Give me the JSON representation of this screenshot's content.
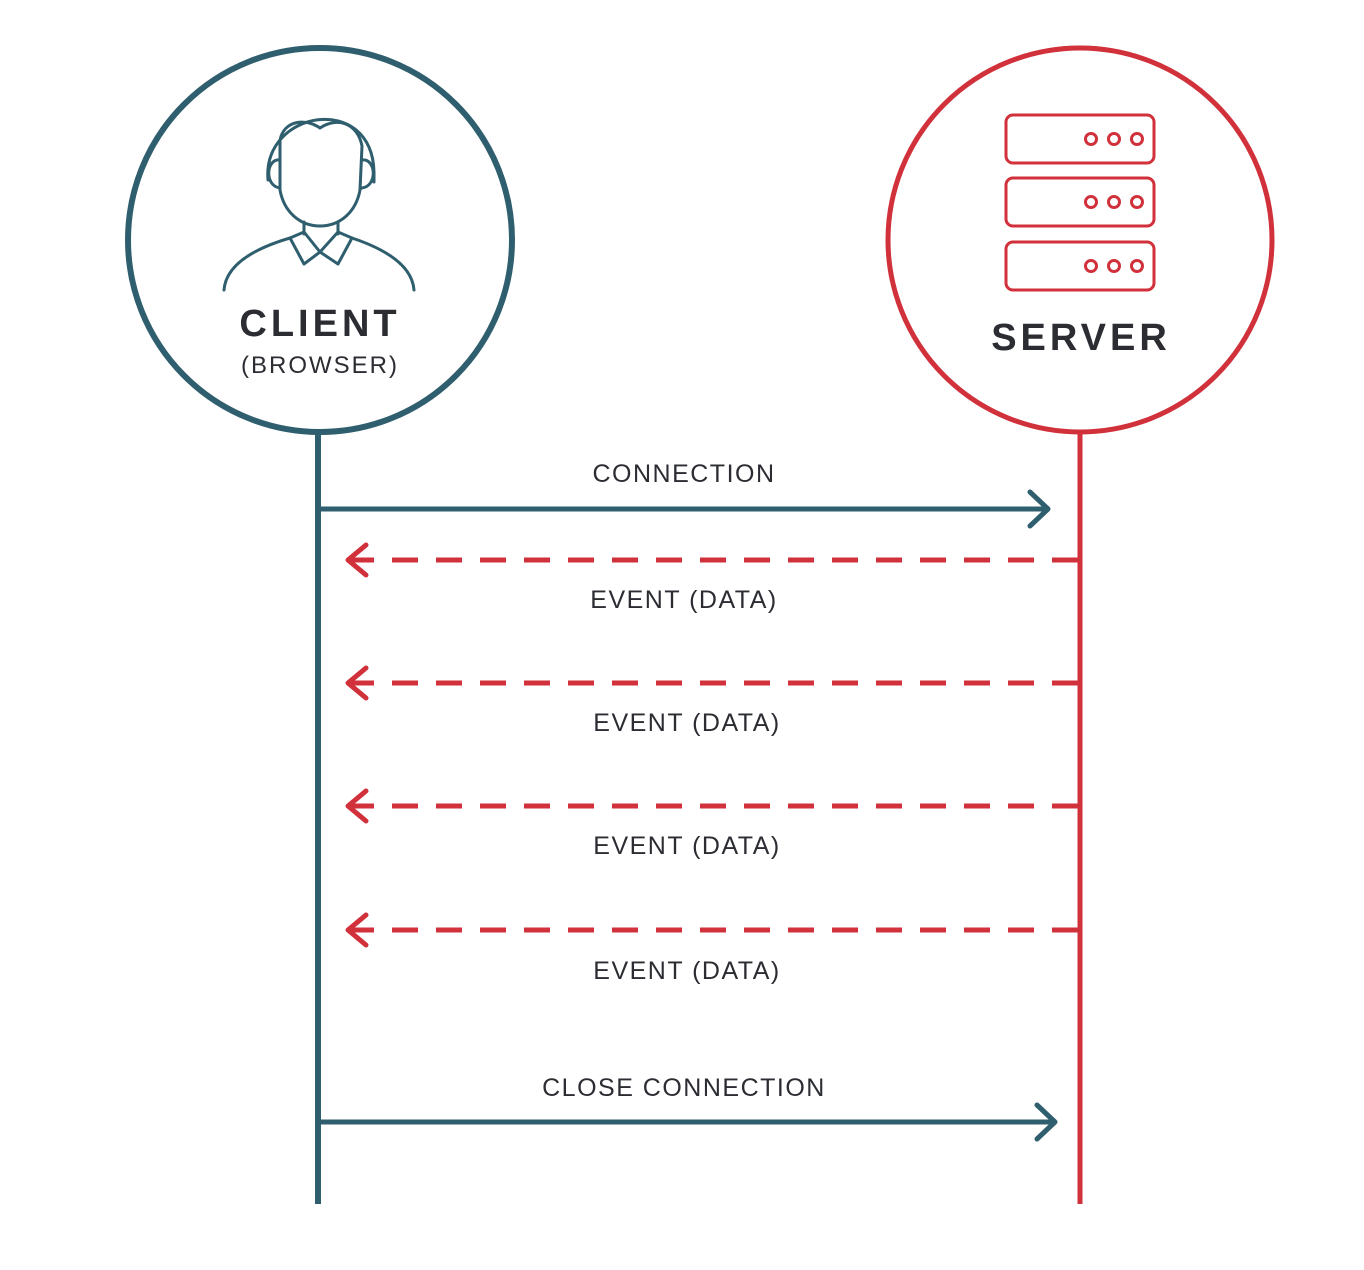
{
  "colors": {
    "client": "#2f5e6e",
    "server": "#d0313b",
    "text": "#2b2d33",
    "background": "#ffffff"
  },
  "client": {
    "title": "CLIENT",
    "subtitle": "(BROWSER)",
    "icon": "person-icon"
  },
  "server": {
    "title": "SERVER",
    "icon": "server-rack-icon"
  },
  "messages": [
    {
      "label": "CONNECTION",
      "direction": "client-to-server",
      "style": "solid"
    },
    {
      "label": "EVENT (DATA)",
      "direction": "server-to-client",
      "style": "dashed"
    },
    {
      "label": "EVENT (DATA)",
      "direction": "server-to-client",
      "style": "dashed"
    },
    {
      "label": "EVENT (DATA)",
      "direction": "server-to-client",
      "style": "dashed"
    },
    {
      "label": "EVENT (DATA)",
      "direction": "server-to-client",
      "style": "dashed"
    },
    {
      "label": "CLOSE CONNECTION",
      "direction": "client-to-server",
      "style": "solid"
    }
  ]
}
